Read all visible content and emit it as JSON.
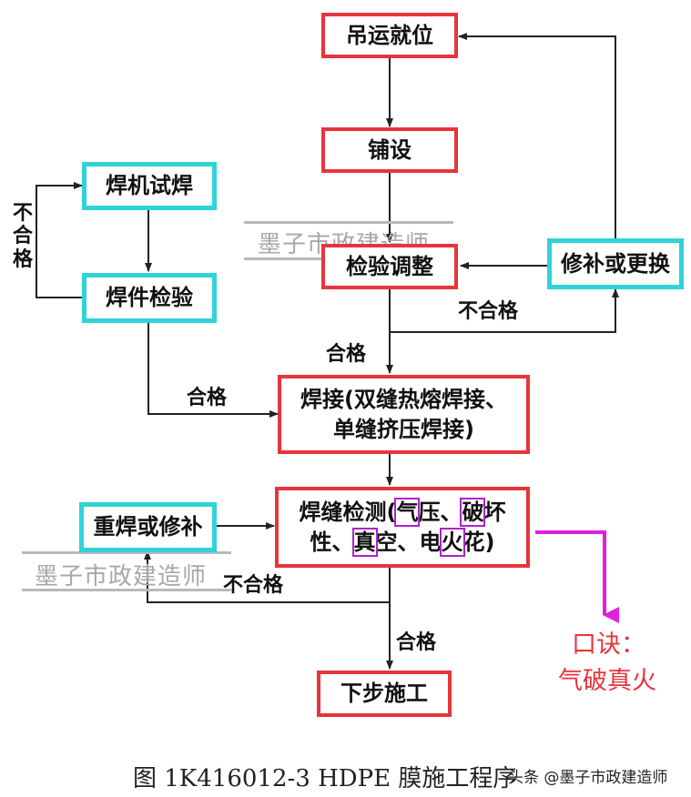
{
  "nodes": {
    "hoist": "吊运就位",
    "lay": "铺设",
    "inspect_adjust": "检验调整",
    "repair_replace": "修补或更换",
    "trial_weld": "焊机试焊",
    "weld_inspect": "焊件检验",
    "welding_line1": "焊接(双缝热熔焊接、",
    "welding_line2": "单缝挤压焊接)",
    "seam_test_p1": "焊缝检测(",
    "seam_test_qi": "气",
    "seam_test_p2": "压、",
    "seam_test_po": "破",
    "seam_test_p3": "坏",
    "seam_test_p4": "性、",
    "seam_test_zhen": "真",
    "seam_test_p5": "空、电",
    "seam_test_huo": "火",
    "seam_test_p6": "花)",
    "reweld": "重焊或修补",
    "next_step": "下步施工"
  },
  "labels": {
    "fail_vertical": "不\n合\n格",
    "fail_adjust": "不合格",
    "pass_adjust": "合格",
    "pass_weld_inspect": "合格",
    "fail_seam": "不合格",
    "pass_seam": "合格"
  },
  "mnemonic": {
    "title": "口诀：",
    "text": "气破真火"
  },
  "watermark": "墨子市政建造师",
  "caption": "图 1K416012-3   HDPE 膜施工程序",
  "credit": "头条 @墨子市政建造师",
  "colors": {
    "red_border": "#e8343c",
    "cyan_border": "#2fd3d8",
    "highlight": "#b020d0",
    "magenta_arrow": "#e020e0"
  }
}
